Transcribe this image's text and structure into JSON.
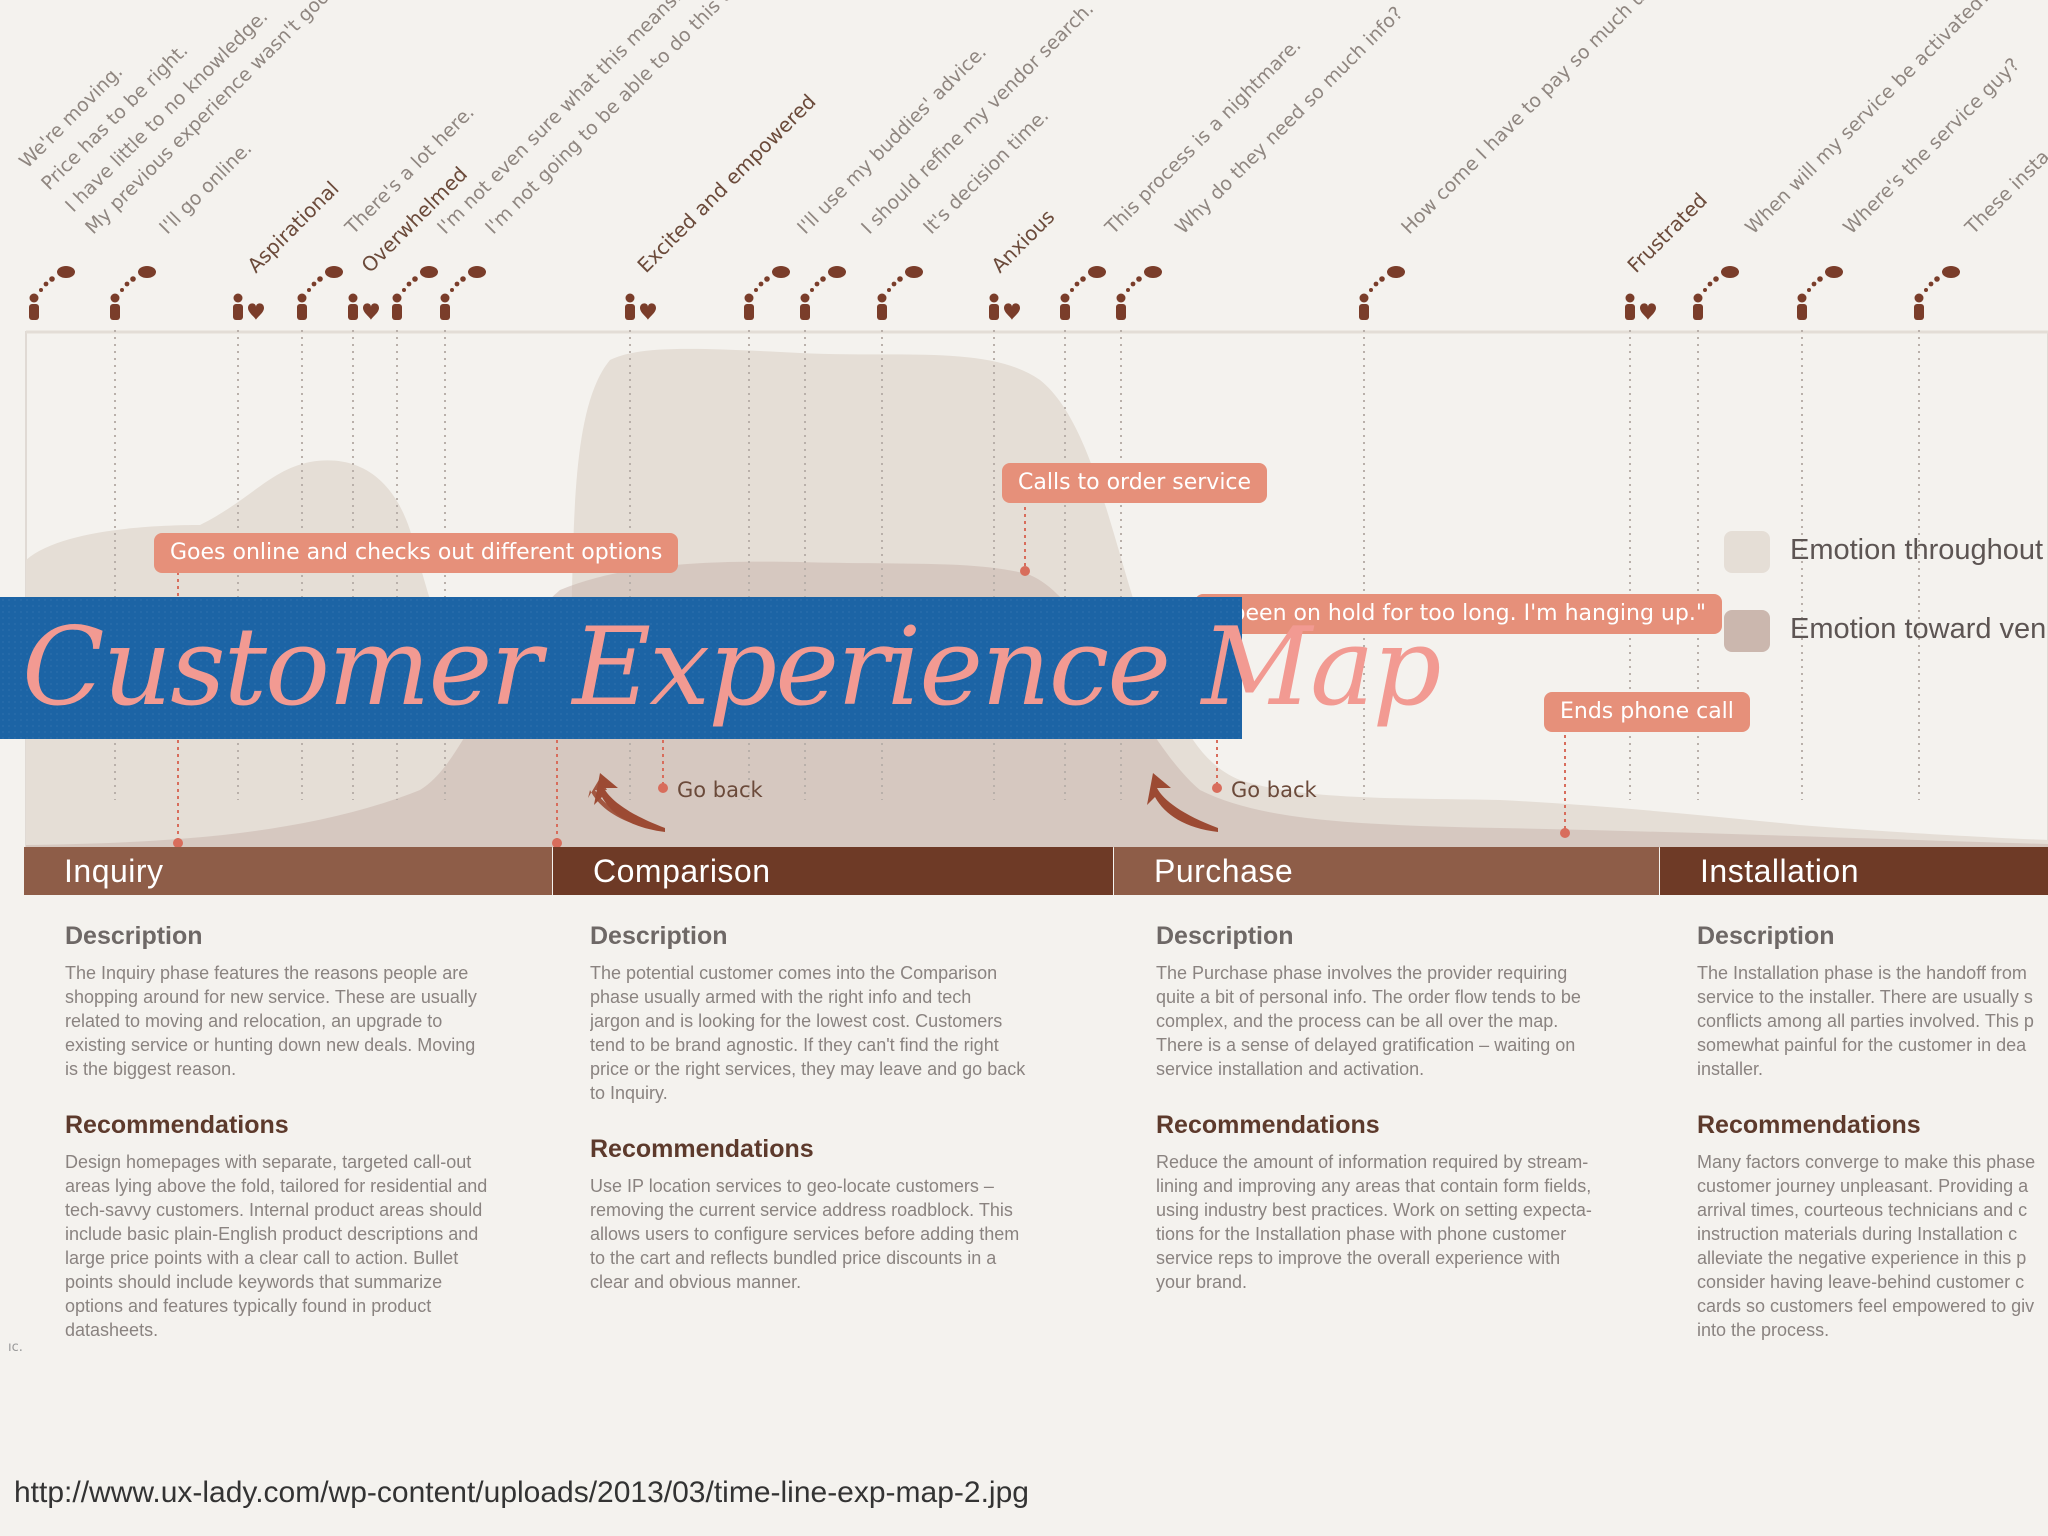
{
  "colors": {
    "background": "#f4f2ee",
    "emotion_throughout": "#e5ded6",
    "emotion_toward_vendor": "#cbb7ae",
    "callout": "#e6907a",
    "phase_light": "#8e5d48",
    "phase_dark": "#6e3a26",
    "banner": "#1c64a5",
    "banner_text": "#f29a92",
    "brown_text": "#5d3a2c"
  },
  "thoughts": [
    {
      "text": "We're moving."
    },
    {
      "text": "Price has to be right."
    },
    {
      "text": "I have little to no knowledge."
    },
    {
      "text": "My previous experience wasn't good."
    },
    {
      "text": "I'll go online."
    },
    {
      "text": "There's a lot here."
    },
    {
      "text": "I'm not even sure what this means."
    },
    {
      "text": "I'm not going to be able to do this alone."
    },
    {
      "text": "I'll use my buddies' advice."
    },
    {
      "text": "I should refine my vendor search."
    },
    {
      "text": "It's decision time."
    },
    {
      "text": "This process is a nightmare."
    },
    {
      "text": "Why do they need so much info?"
    },
    {
      "text": "How come I have to pay so much up front"
    },
    {
      "text": "When will my service be activated?"
    },
    {
      "text": "Where's the service guy?"
    },
    {
      "text": "These insta"
    }
  ],
  "emotions": [
    {
      "text": "Aspirational"
    },
    {
      "text": "Overwhelmed"
    },
    {
      "text": "Excited and empowered"
    },
    {
      "text": "Anxious"
    },
    {
      "text": "Frustrated"
    }
  ],
  "callouts": [
    {
      "text": "Goes online and checks out different options"
    },
    {
      "text": "Calls to order service"
    },
    {
      "text": "e been on hold for too long. I'm hanging up.\""
    },
    {
      "text": "Ends phone call"
    }
  ],
  "go_back": [
    "Go back",
    "Go back"
  ],
  "legend": [
    {
      "label": "Emotion throughout",
      "color": "#e5ded6"
    },
    {
      "label": "Emotion toward ven",
      "color": "#cbb7ae"
    }
  ],
  "phases": [
    {
      "name": "Inquiry",
      "description_heading": "Description",
      "description": "The Inquiry phase features the reasons people are\nshopping around for new service. These are usually\nrelated to moving and relocation, an upgrade to\nexisting service or hunting down new deals. Moving\nis the biggest reason.",
      "recommendations_heading": "Recommendations",
      "recommendations": "Design homepages with separate, targeted call-out\nareas lying above the fold, tailored for residential and\ntech-savvy customers. Internal product areas should\ninclude basic plain-English product descriptions and\nlarge price points with a clear call to action. Bullet\npoints should include keywords that summarize\noptions and features typically found in product\ndatasheets."
    },
    {
      "name": "Comparison",
      "description_heading": "Description",
      "description": "The potential customer comes into the Comparison\nphase usually armed with the right info and tech\njargon and is looking for the lowest cost. Customers\ntend to be brand agnostic. If they can't find the right\nprice or the right services, they may leave and go back\nto Inquiry.",
      "recommendations_heading": "Recommendations",
      "recommendations": "Use IP location services to geo-locate customers –\nremoving the current service address roadblock. This\nallows users to configure services before adding them\nto the cart and reflects bundled price discounts in a\nclear and obvious manner."
    },
    {
      "name": "Purchase",
      "description_heading": "Description",
      "description": "The Purchase phase involves the provider requiring\nquite a bit of personal info. The order flow tends to be\ncomplex, and the process can be all over the map.\nThere is a sense of delayed gratification – waiting on\nservice installation and activation.",
      "recommendations_heading": "Recommendations",
      "recommendations": "Reduce the amount of information required by stream-\nlining and improving any areas that contain form fields,\nusing industry best practices. Work on setting expecta-\ntions for the Installation phase with phone customer\nservice reps to improve the overall experience with\nyour brand."
    },
    {
      "name": "Installation",
      "description_heading": "Description",
      "description": "The Installation phase is the handoff from\nservice to the installer. There are usually s\nconflicts among all parties involved. This p\nsomewhat painful for the customer in dea\ninstaller.",
      "recommendations_heading": "Recommendations",
      "recommendations": "Many factors converge to make this phase\ncustomer journey unpleasant. Providing a\narrival times, courteous technicians and c\ninstruction materials during Installation c\nalleviate the negative experience in this p\nconsider having leave-behind customer c\ncards so customers feel empowered to giv\ninto the process."
    }
  ],
  "banner": {
    "title": "Customer Experience Map"
  },
  "source_url": "http://www.ux-lady.com/wp-content/uploads/2013/03/time-line-exp-map-2.jpg",
  "corner_mark": "ıc."
}
